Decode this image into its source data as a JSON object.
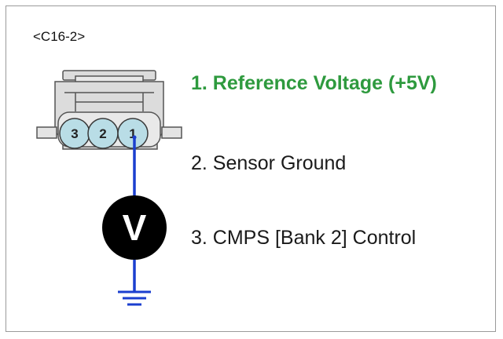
{
  "connector": {
    "id": "<C16-2>",
    "pins": [
      "3",
      "2",
      "1"
    ]
  },
  "meter": {
    "symbol": "V"
  },
  "pin_labels": [
    {
      "text": "1. Reference Voltage (+5V)",
      "highlighted": true
    },
    {
      "text": "2. Sensor Ground",
      "highlighted": false
    },
    {
      "text": "3. CMPS [Bank 2] Control",
      "highlighted": false
    }
  ],
  "colors": {
    "highlight": "#2e9a3e",
    "wire": "#1b3fcf",
    "connector_fill": "#dcdcdc",
    "pin_fill": "#b9dde6"
  }
}
